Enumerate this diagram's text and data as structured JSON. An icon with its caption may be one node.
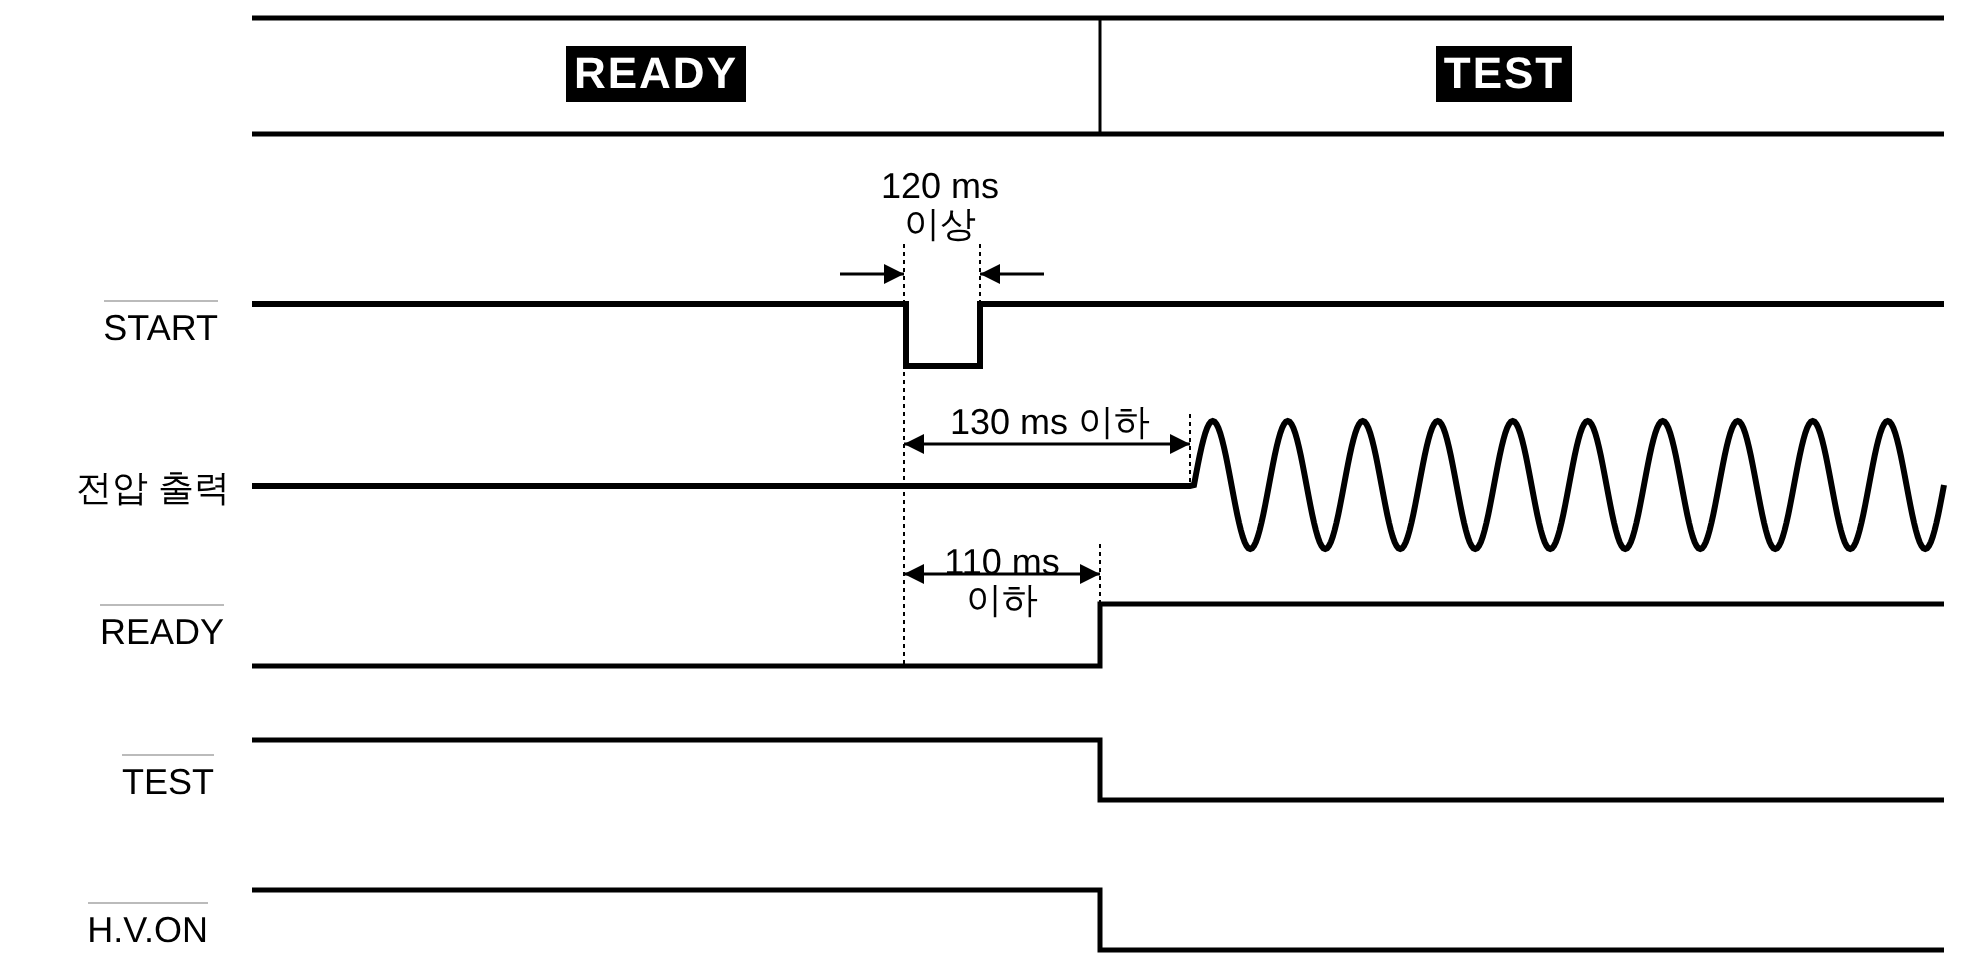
{
  "diagram": {
    "labels": [
      "READY",
      "TEST",
      "120 ms 이상",
      "START",
      "130 ms 이하",
      "전압 출력",
      "110 ms 이하",
      "READY",
      "TEST",
      "H.V.ON"
    ]
  }
}
